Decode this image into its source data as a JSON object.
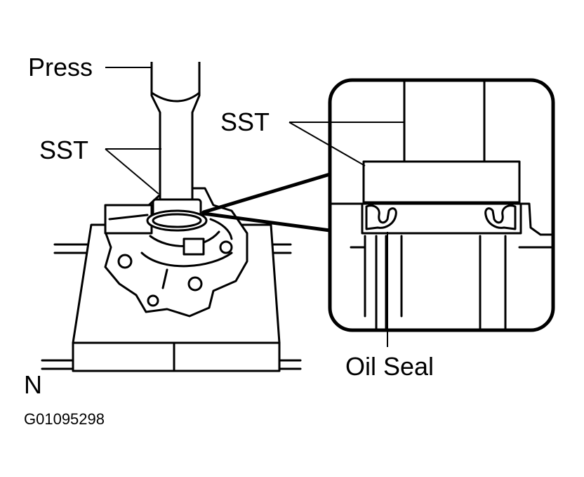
{
  "labels": {
    "press": "Press",
    "sst_left": "SST",
    "sst_right": "SST",
    "oil_seal": "Oil Seal",
    "orientation": "N",
    "figure_id": "G01095298"
  }
}
